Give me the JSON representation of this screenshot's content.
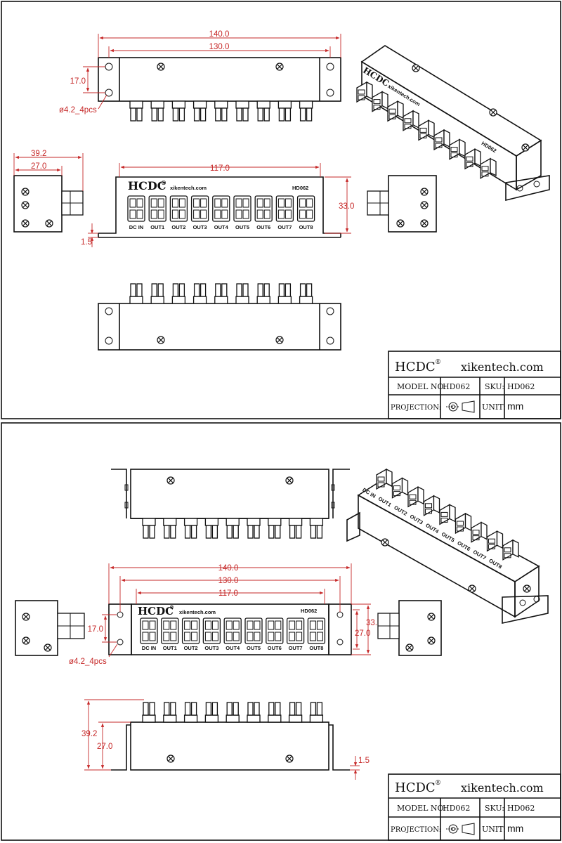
{
  "sheets": [
    {
      "dims": {
        "overall_length": "140.0",
        "hole_spacing": "130.0",
        "hole_offset": "17.0",
        "hole_callout": "ø4.2_4pcs",
        "side_depth": "39.2",
        "side_inner": "27.0",
        "body_length": "117.0",
        "height": "33.0",
        "thickness": "1.5"
      },
      "panel": {
        "brand": "HCDC",
        "registered": "®",
        "website": "xikentech.com",
        "model": "HD062",
        "port_labels": [
          "DC IN",
          "OUT1",
          "OUT2",
          "OUT3",
          "OUT4",
          "OUT5",
          "OUT6",
          "OUT7",
          "OUT8"
        ]
      },
      "title_block": {
        "brand": "HCDC",
        "registered": "®",
        "website": "xikentech.com",
        "model_label": "MODEL NO:",
        "model_value": "HD062",
        "sku_label": "SKU:",
        "sku_value": "HD062",
        "projection_label": "PROJECTION:",
        "unit_label": "UNIT:",
        "unit_value": "mm"
      }
    },
    {
      "dims": {
        "overall_length": "140.0",
        "hole_spacing": "130.0",
        "body_length": "117.0",
        "hole_offset": "17.0",
        "hole_callout": "ø4.2_4pcs",
        "inner_height": "27.0",
        "height": "33.0",
        "side_depth": "39.2",
        "side_inner": "27.0",
        "thickness": "1.5"
      },
      "panel": {
        "brand": "HCDC",
        "registered": "®",
        "website": "xikentech.com",
        "model": "HD062",
        "port_labels": [
          "DC IN",
          "OUT1",
          "OUT2",
          "OUT3",
          "OUT4",
          "OUT5",
          "OUT6",
          "OUT7",
          "OUT8"
        ]
      },
      "title_block": {
        "brand": "HCDC",
        "registered": "®",
        "website": "xikentech.com",
        "model_label": "MODEL NO:",
        "model_value": "HD062",
        "sku_label": "SKU:",
        "sku_value": "HD062",
        "projection_label": "PROJECTION:",
        "unit_label": "UNIT:",
        "unit_value": "mm"
      }
    }
  ]
}
